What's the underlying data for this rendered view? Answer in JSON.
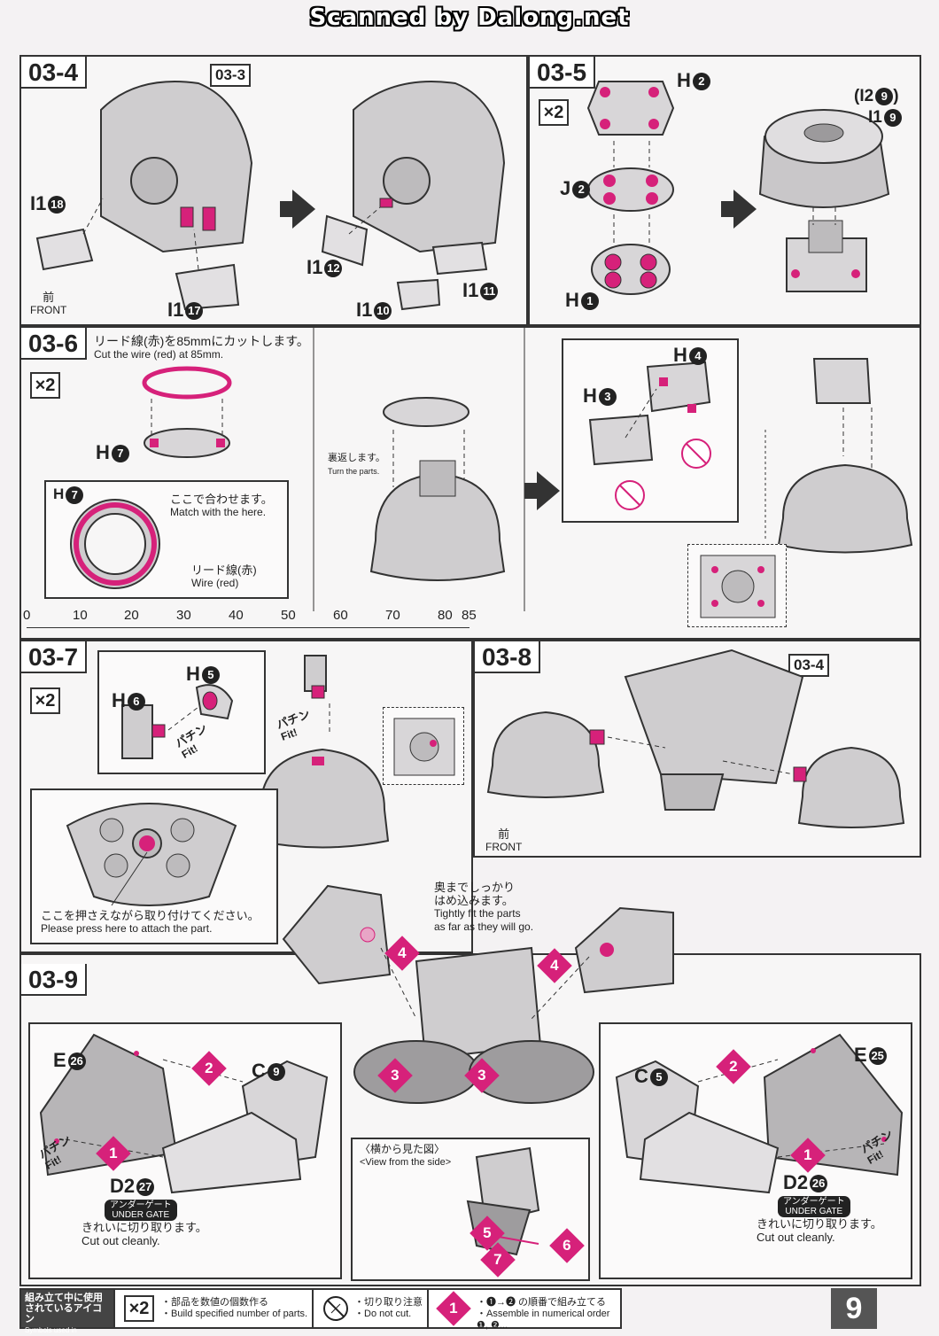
{
  "banner": "Scanned by Dalong.net",
  "steps": {
    "s034": {
      "tag": "03-4",
      "ref": "03-3",
      "labels": [
        "I1",
        "I1",
        "I1",
        "I1"
      ],
      "label_nums": [
        "18",
        "17",
        "12",
        "10",
        "11"
      ],
      "front_jp": "前",
      "front_en": "FRONT"
    },
    "s035": {
      "tag": "03-5",
      "x2": "×2",
      "h2": "H",
      "h2n": "2",
      "j2": "J",
      "j2n": "2",
      "h1": "H",
      "h1n": "1",
      "r1": "(I2",
      "r1n": "9",
      "r1e": ")",
      "r2": "I1",
      "r2n": "9"
    },
    "s036": {
      "tag": "03-6",
      "x2": "×2",
      "cut_jp": "リード線(赤)を85mmにカットします。",
      "cut_en": "Cut the wire (red) at 85mm.",
      "h7": "H",
      "h7n": "7",
      "ins_h7": "H",
      "ins_h7n": "7",
      "match_jp": "ここで合わせます。",
      "match_en": "Match with the here.",
      "wire_jp": "リード線(赤)",
      "wire_en": "Wire (red)",
      "turn_jp": "裏返します。",
      "turn_en": "Turn the parts.",
      "h4": "H",
      "h4n": "4",
      "h3": "H",
      "h3n": "3"
    },
    "s037": {
      "tag": "03-7",
      "x2": "×2",
      "h5": "H",
      "h5n": "5",
      "h6": "H",
      "h6n": "6",
      "fit_jp": "パチン",
      "fit_en": "Fit!",
      "press_jp": "ここを押さえながら取り付けてください。",
      "press_en": "Please press here to attach the part."
    },
    "s038": {
      "tag": "03-8",
      "ref": "03-4",
      "front_jp": "前",
      "front_en": "FRONT"
    },
    "s039": {
      "tag": "03-9",
      "tight_jp1": "奥までしっかり",
      "tight_jp2": "はめ込みます。",
      "tight_en1": "Tightly fit the parts",
      "tight_en2": "as far as they will go.",
      "e26": "E",
      "e26n": "26",
      "c9": "C",
      "c9n": "9",
      "d227": "D2",
      "d227n": "27",
      "ug_jp": "アンダーゲート",
      "ug_en": "UNDER GATE",
      "cut_jp": "きれいに切り取ります。",
      "cut_en": "Cut out cleanly.",
      "c5": "C",
      "c5n": "5",
      "e25": "E",
      "e25n": "25",
      "d226": "D2",
      "d226n": "26",
      "side_jp": "〈横から見た図〉",
      "side_en": "<View from the side>",
      "nums": [
        "1",
        "2",
        "3",
        "3",
        "4",
        "4",
        "5",
        "6",
        "7"
      ]
    }
  },
  "ruler": [
    "0",
    "10",
    "20",
    "30",
    "40",
    "50",
    "60",
    "70",
    "80",
    "85"
  ],
  "footer": {
    "title_jp1": "組み立て中に使用",
    "title_jp2": "されているアイコン",
    "title_en": "Symbols used in instructions",
    "x2": "×2",
    "x2_jp": "・部品を数値の個数作る",
    "x2_en": "・Build specified number of parts.",
    "cut_jp": "・切り取り注意",
    "cut_en": "・Do not cut.",
    "order_num": "1",
    "order_jp": "・❶→❷ の順番で組み立てる",
    "order_en": "・Assemble in numerical order ❶, ❷..."
  },
  "page_number": "9"
}
